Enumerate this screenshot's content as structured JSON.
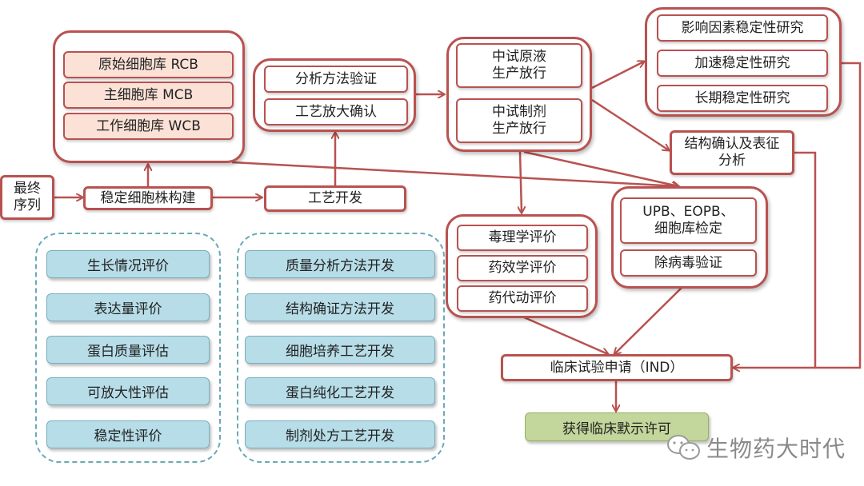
{
  "colors": {
    "line": "#b85250",
    "peach": "#fbe1d6",
    "blue_fill": "#b7dde8",
    "blue_dash": "#6aa9b8",
    "green_fill": "#c3d69b"
  },
  "nodes": {
    "final_sequence": "最终\n序列",
    "stable_cell_line": "稳定细胞株构建",
    "cell_banks": [
      "原始细胞库 RCB",
      "主细胞库 MCB",
      "工作细胞库 WCB"
    ],
    "process_dev": "工艺开发",
    "process_confirm": [
      "分析方法验证",
      "工艺放大确认"
    ],
    "pilot_release": [
      "中试原液\n生产放行",
      "中试制剂\n生产放行"
    ],
    "stability": [
      "影响因素稳定性研究",
      "加速稳定性研究",
      "长期稳定性研究"
    ],
    "structure": "结构确认及表征\n分析",
    "preclinical": [
      "毒理学评价",
      "药效学评价",
      "药代动评价"
    ],
    "safety": [
      "UPB、EOPB、\n细胞库检定",
      "除病毒验证"
    ],
    "ind": "临床试验申请（IND）",
    "approval": "获得临床默示许可"
  },
  "cell_line_evaluation": [
    "生长情况评价",
    "表达量评价",
    "蛋白质量评估",
    "可放大性评估",
    "稳定性评价"
  ],
  "process_development_items": [
    "质量分析方法开发",
    "结构确证方法开发",
    "细胞培养工艺开发",
    "蛋白纯化工艺开发",
    "制剂处方工艺开发"
  ],
  "watermark": {
    "icon": "wechat-icon",
    "text": "生物药大时代"
  }
}
